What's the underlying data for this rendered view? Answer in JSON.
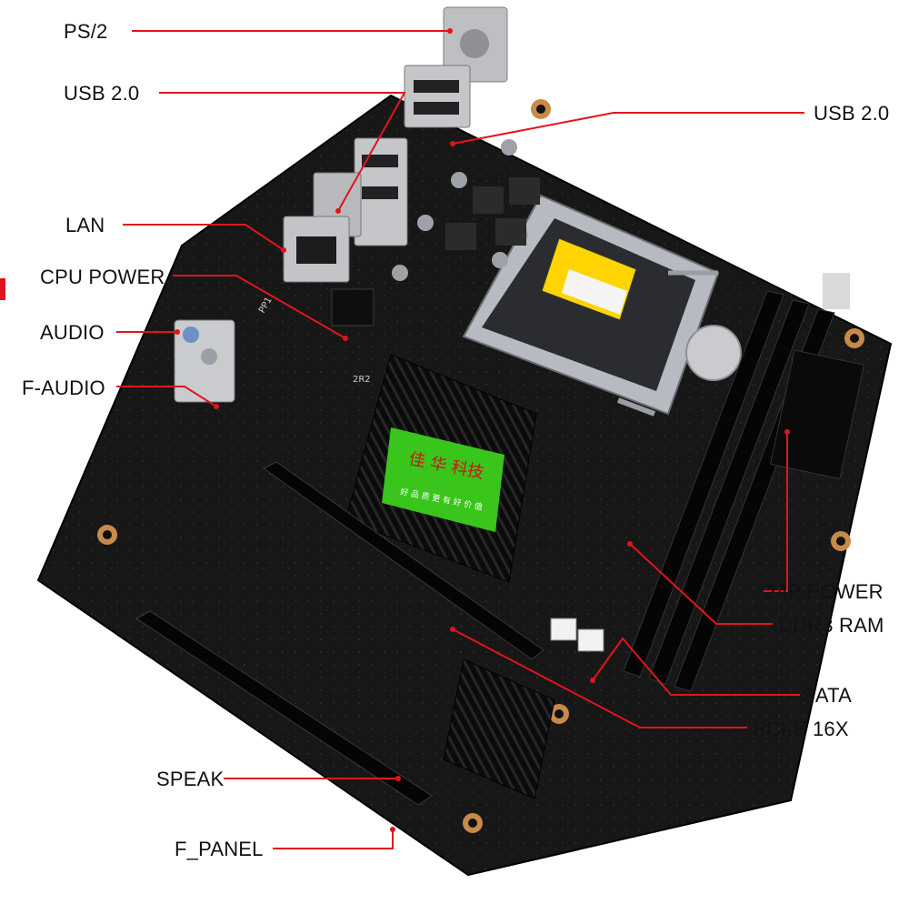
{
  "diagram": {
    "subject": "motherboard",
    "colors": {
      "leader": "#e0151c",
      "board": "#161616",
      "heatsink": "#0d0d0d",
      "socket": "#b9bcc2",
      "label_text": "#111111",
      "badge": "#39c51b",
      "warning": "#ffd400"
    },
    "labels": {
      "ps2": "PS/2",
      "usb_left": "USB 2.0",
      "usb_right": "USB 2.0",
      "lan": "LAN",
      "cpu_power": "CPU POWER",
      "audio": "AUDIO",
      "f_audio": "F-AUDIO",
      "power_24p": "24P POWER",
      "ddr3": "DDR3 RAM",
      "sata": "SATA",
      "pcie": "PCI-E 16X",
      "speak": "SPEAK",
      "f_panel": "F_PANEL"
    },
    "board_print": {
      "badge_top": "佳 华 科技",
      "badge_bottom": "好 品 质 更 有 好 价 值",
      "chip_2r2": "2R2",
      "pp1": "PP1"
    }
  }
}
